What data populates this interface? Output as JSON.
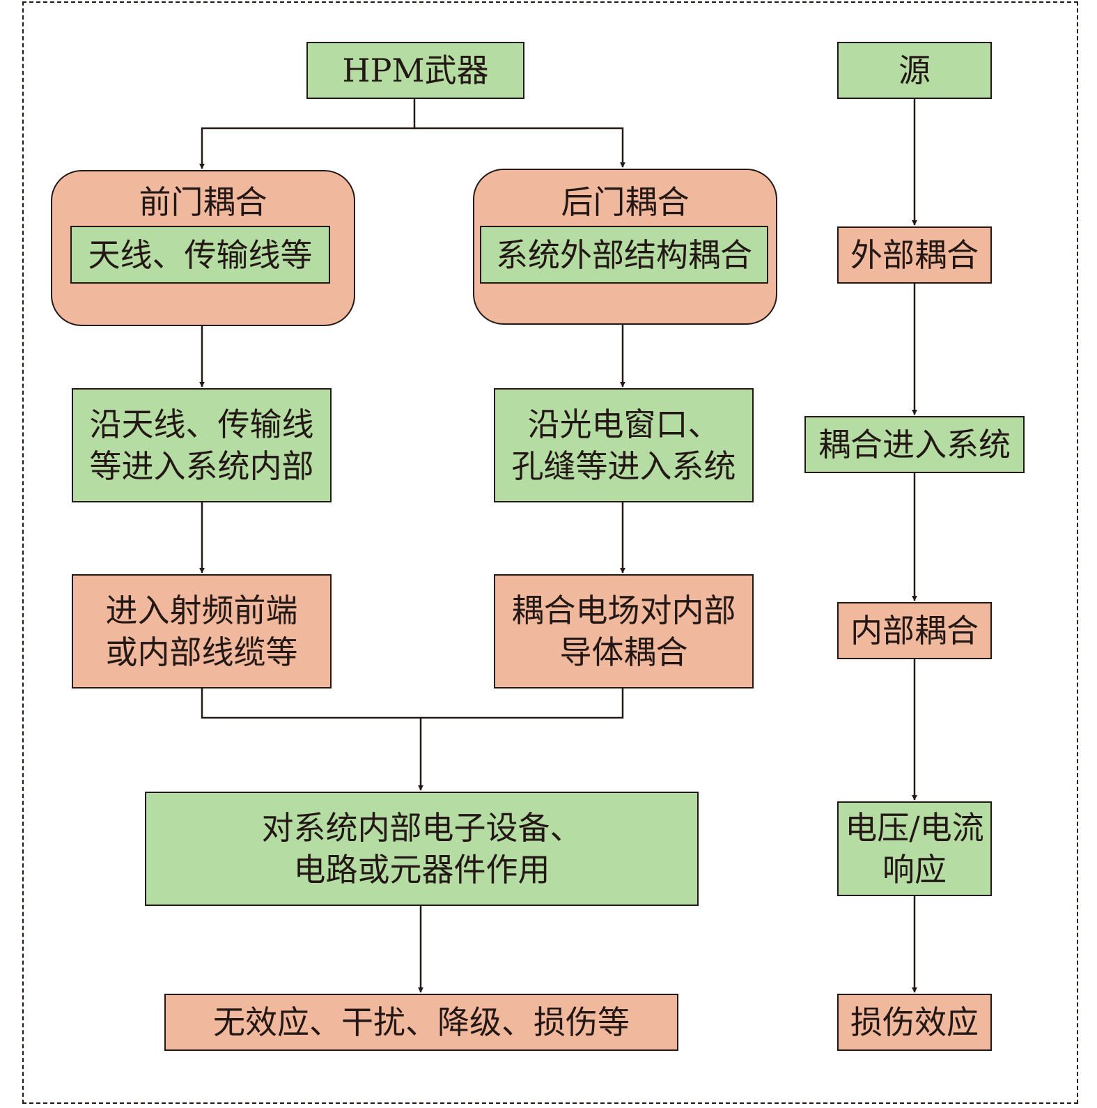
{
  "colors": {
    "stage_green": "#b5dca3",
    "stage_salmon": "#f0b89c",
    "stroke": "#231815"
  },
  "hpm": "HPM武器",
  "front_door": {
    "title": "前门耦合",
    "path": "天线、传输线等",
    "step1": [
      "沿天线、传输线",
      "等进入系统内部"
    ],
    "step2": [
      "进入射频前端",
      "或内部线缆等"
    ]
  },
  "back_door": {
    "title": "后门耦合",
    "path": "系统外部结构耦合",
    "step1": [
      "沿光电窗口、",
      "孔缝等进入系统"
    ],
    "step2": [
      "耦合电场对内部",
      "导体耦合"
    ]
  },
  "effect_action": [
    "对系统内部电子设备、",
    "电路或元器件作用"
  ],
  "effect_result": "无效应、干扰、降级、损伤等",
  "chain": {
    "source": "源",
    "external": "外部耦合",
    "enter": "耦合进入系统",
    "internal": "内部耦合",
    "response": [
      "电压/电流",
      "响应"
    ],
    "damage": "损伤效应"
  }
}
